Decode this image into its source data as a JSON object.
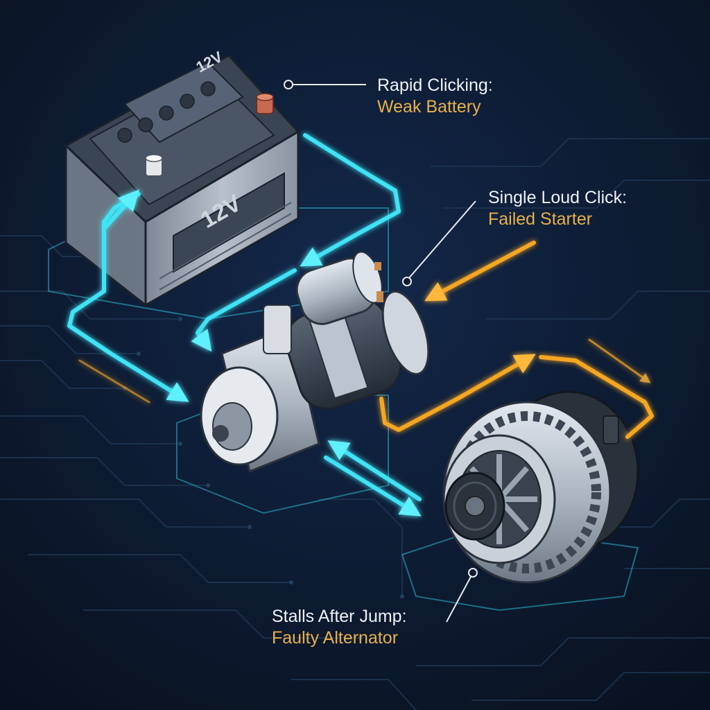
{
  "colors": {
    "background": "#0d1a2e",
    "trace": "#1c3350",
    "cyan_flow": "#3fe3f5",
    "amber_flow": "#f5a623",
    "symptom_text": "#eef2f7",
    "cause_text": "#e8b04a"
  },
  "components": {
    "battery": {
      "top_label": "12V",
      "front_label": "12V",
      "icon": "car-battery-icon"
    },
    "starter": {
      "icon": "starter-motor-icon"
    },
    "alternator": {
      "icon": "alternator-icon"
    }
  },
  "callouts": [
    {
      "symptom": "Rapid Clicking:",
      "cause": "Weak Battery"
    },
    {
      "symptom": "Single Loud Click:",
      "cause": "Failed Starter"
    },
    {
      "symptom": "Stalls After Jump:",
      "cause": "Faulty Alternator"
    }
  ]
}
